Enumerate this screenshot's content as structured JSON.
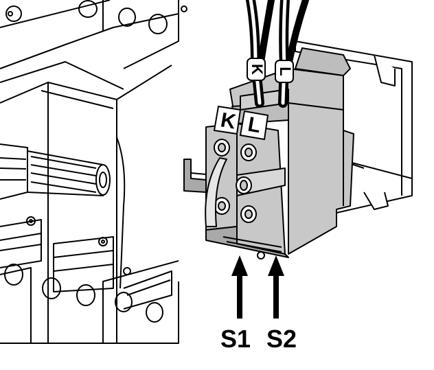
{
  "labels": {
    "wire_k": "K",
    "wire_l": "L",
    "terminal_k": "K",
    "terminal_l": "L",
    "s1": "S1",
    "s2": "S2"
  },
  "colors": {
    "line": "#000000",
    "background": "#ffffff",
    "module_fill": "#c8c8c8",
    "module_dark": "#a9a9a9",
    "rail_fill": "#ffffff"
  },
  "icons": {
    "s1_pointer": "arrow-up-icon",
    "s2_pointer": "arrow-up-icon"
  }
}
